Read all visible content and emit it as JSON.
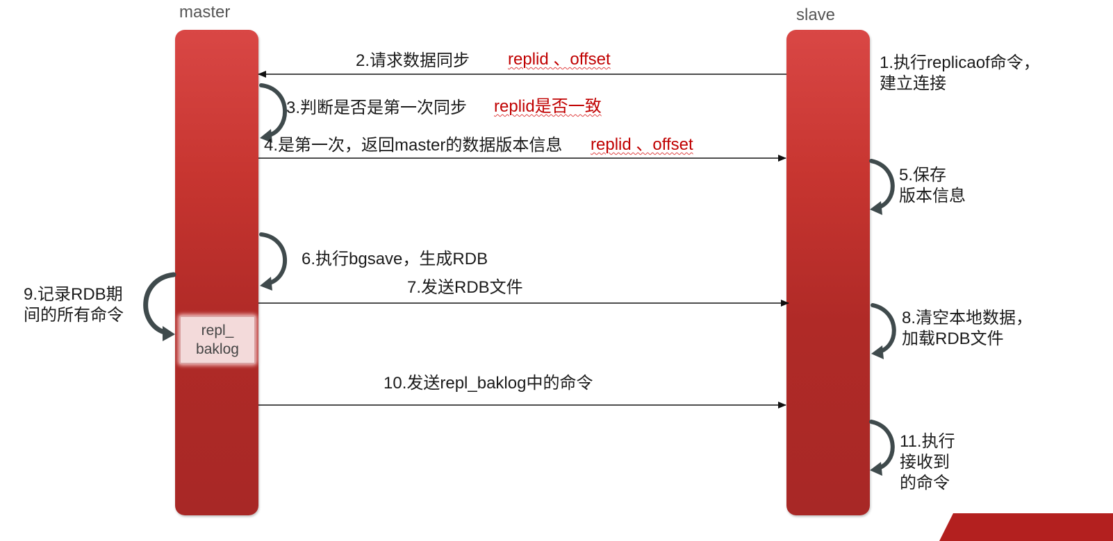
{
  "lanes": {
    "master": "master",
    "slave": "slave"
  },
  "buffer": {
    "line1": "repl_",
    "line2": "baklog"
  },
  "steps": {
    "s1": {
      "line1": "1.执行replicaof命令，",
      "line2": "建立连接"
    },
    "s2": {
      "text": "2.请求数据同步",
      "param": "replid 、offset"
    },
    "s3": {
      "text": "3.判断是否是第一次同步",
      "param": "replid是否一致"
    },
    "s4": {
      "text": "4.是第一次，返回master的数据版本信息",
      "param": "replid 、offset"
    },
    "s5": {
      "line1": "5.保存",
      "line2": "版本信息"
    },
    "s6": {
      "text": "6.执行bgsave，生成RDB"
    },
    "s7": {
      "text": "7.发送RDB文件"
    },
    "s8": {
      "line1": "8.清空本地数据，",
      "line2": "加载RDB文件"
    },
    "s9": {
      "line1": "9.记录RDB期",
      "line2": "间的所有命令"
    },
    "s10": {
      "text": "10.发送repl_baklog中的命令"
    },
    "s11": {
      "line1": "11.执行",
      "line2": "接收到",
      "line3": "的命令"
    }
  },
  "colors": {
    "lane_red": "#c73530",
    "param_red": "#c00000",
    "arrow": "#111111",
    "loop_arrow": "#3f4a4c"
  }
}
